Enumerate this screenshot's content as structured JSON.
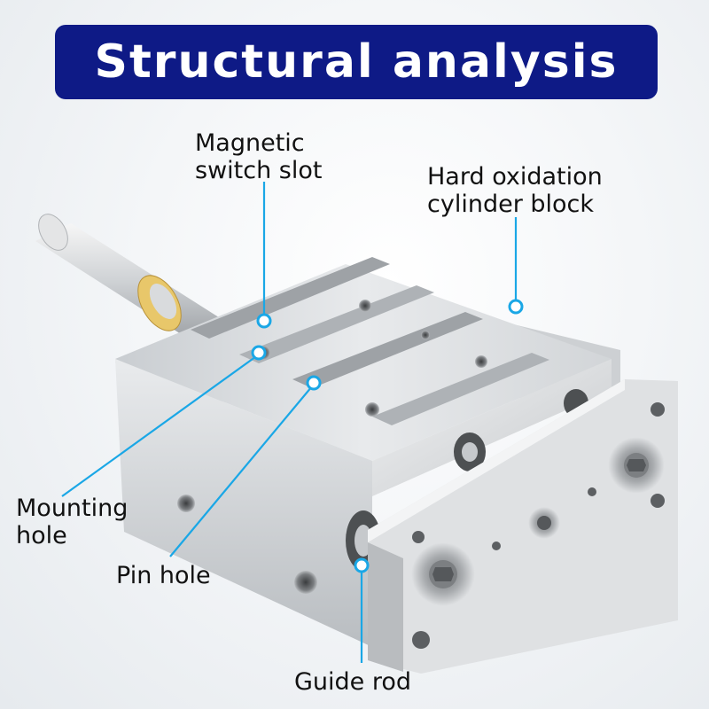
{
  "title": "Structural analysis",
  "labels": {
    "magnetic_switch_slot": "Magnetic\nswitch slot",
    "hard_oxidation_block": "Hard oxidation\ncylinder block",
    "mounting_hole": "Mounting\nhole",
    "pin_hole": "Pin hole",
    "guide_rod": "Guide rod"
  },
  "colors": {
    "banner": "#0e1a86",
    "leader_line": "#1aa7e6",
    "metal": "#d4d7da"
  }
}
